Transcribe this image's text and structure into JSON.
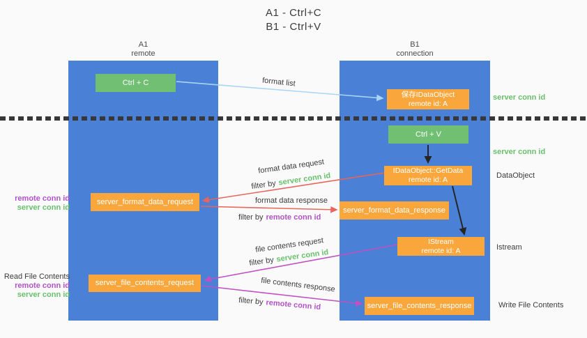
{
  "title": {
    "line1": "A1 - Ctrl+C",
    "line2": "B1 - Ctrl+V"
  },
  "columns": {
    "a1": {
      "name": "A1",
      "subtitle": "remote"
    },
    "b1": {
      "name": "B1",
      "subtitle": "connection"
    }
  },
  "nodes": {
    "ctrl_c": {
      "label": "Ctrl + C"
    },
    "save_idataobject": {
      "line1": "保存IDataObject",
      "line2": "remote id: A"
    },
    "ctrl_v": {
      "label": "Ctrl + V"
    },
    "getdata": {
      "line1": "IDataObject::GetData",
      "line2": "remote id: A"
    },
    "format_request": {
      "label": "server_format_data_request"
    },
    "format_response": {
      "label": "server_format_data_response"
    },
    "istream": {
      "line1": "IStream",
      "line2": "remote id: A"
    },
    "file_request": {
      "label": "server_file_contents_request"
    },
    "file_response": {
      "label": "server_file_contents_response"
    }
  },
  "side_labels": {
    "server_conn_id": "server conn id",
    "remote_conn_id": "remote conn id",
    "dataobject": "DataObject",
    "istream": "Istream",
    "read_file_contents": "Read File Contents",
    "write_file_contents": "Write File Contents"
  },
  "arrow_labels": {
    "format_list": "format list",
    "format_data_request": "format data request",
    "format_data_response": "format data response",
    "file_contents_request": "file contents request",
    "file_contents_response": "file contents response",
    "filter_by": "filter by",
    "server_conn_id": "server conn id",
    "remote_conn_id": "remote conn id"
  },
  "colors": {
    "background": "#fafafa",
    "column_blue": "#4a80d5",
    "node_green": "#71bf72",
    "node_orange": "#f9a73c",
    "arrow_red": "#e8645c",
    "arrow_magenta": "#bf51c3",
    "arrow_light_blue": "#a9d6f4",
    "arrow_black": "#262626",
    "label_green": "#68c06c",
    "label_purple": "#b152c5",
    "text_dark": "#3b3b3b"
  }
}
